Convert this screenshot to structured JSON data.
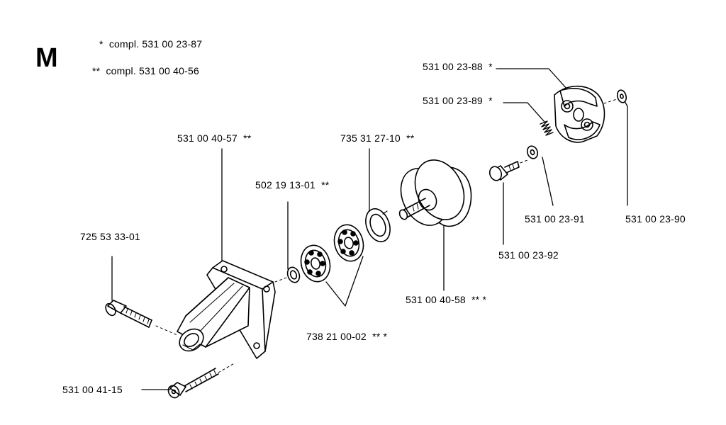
{
  "section_letter": "M",
  "legend": [
    {
      "mark": "*",
      "text": "compl. 531 00 23-87"
    },
    {
      "mark": "**",
      "text": "compl. 531 00 40-56"
    }
  ],
  "parts": [
    {
      "id": "p1",
      "part_no": "531 00 23-88",
      "mark": "*"
    },
    {
      "id": "p2",
      "part_no": "531 00 23-89",
      "mark": "*"
    },
    {
      "id": "p3",
      "part_no": "531 00 40-57",
      "mark": "**"
    },
    {
      "id": "p4",
      "part_no": "735 31 27-10",
      "mark": "**"
    },
    {
      "id": "p5",
      "part_no": "502 19 13-01",
      "mark": "**"
    },
    {
      "id": "p6",
      "part_no": "531 00 23-91",
      "mark": ""
    },
    {
      "id": "p7",
      "part_no": "531 00 23-90",
      "mark": ""
    },
    {
      "id": "p8",
      "part_no": "725 53 33-01",
      "mark": ""
    },
    {
      "id": "p9",
      "part_no": "531 00 23-92",
      "mark": ""
    },
    {
      "id": "p10",
      "part_no": "531 00 40-58",
      "mark": "** *"
    },
    {
      "id": "p11",
      "part_no": "738 21 00-02",
      "mark": "** *"
    },
    {
      "id": "p12",
      "part_no": "531 00 41-15",
      "mark": ""
    }
  ]
}
